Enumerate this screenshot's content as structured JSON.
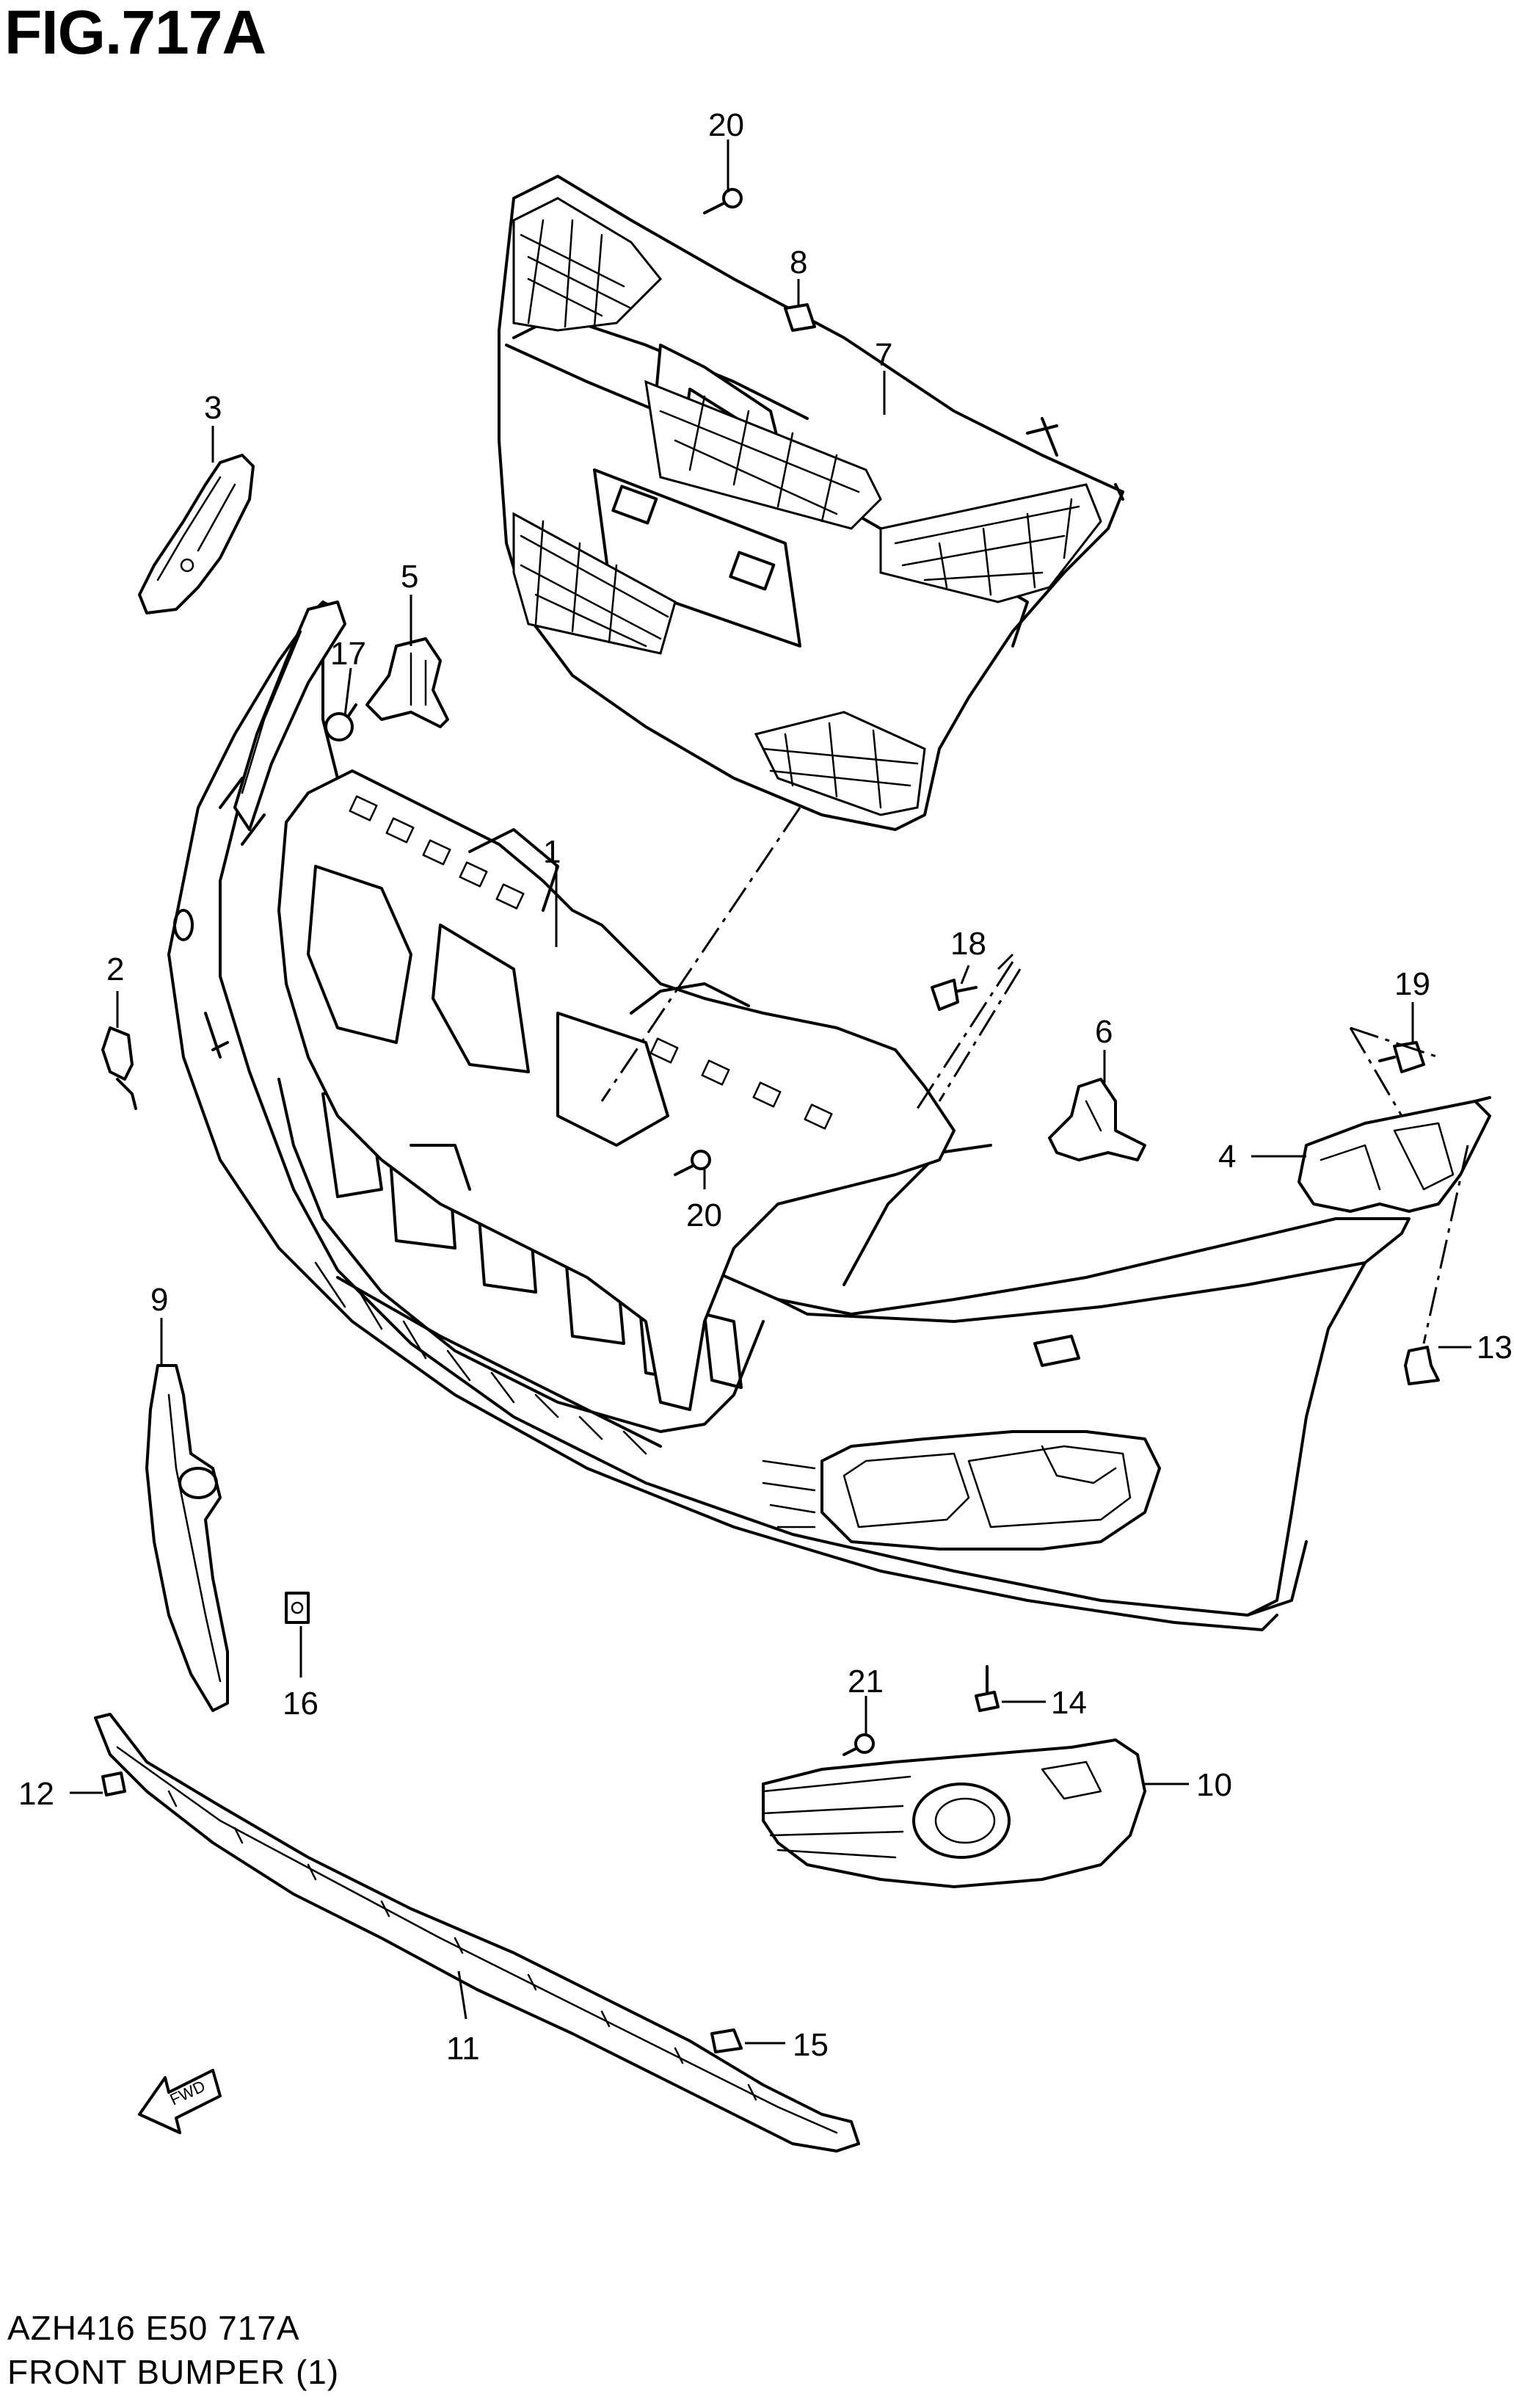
{
  "figure": {
    "title": "FIG.717A",
    "code": "AZH416 E50 717A",
    "name": "FRONT BUMPER (1)"
  },
  "callouts": [
    "1",
    "2",
    "3",
    "4",
    "5",
    "6",
    "7",
    "8",
    "9",
    "10",
    "11",
    "12",
    "13",
    "14",
    "15",
    "16",
    "17",
    "18",
    "19",
    "20",
    "20",
    "21"
  ],
  "fwd_label": "FWD"
}
